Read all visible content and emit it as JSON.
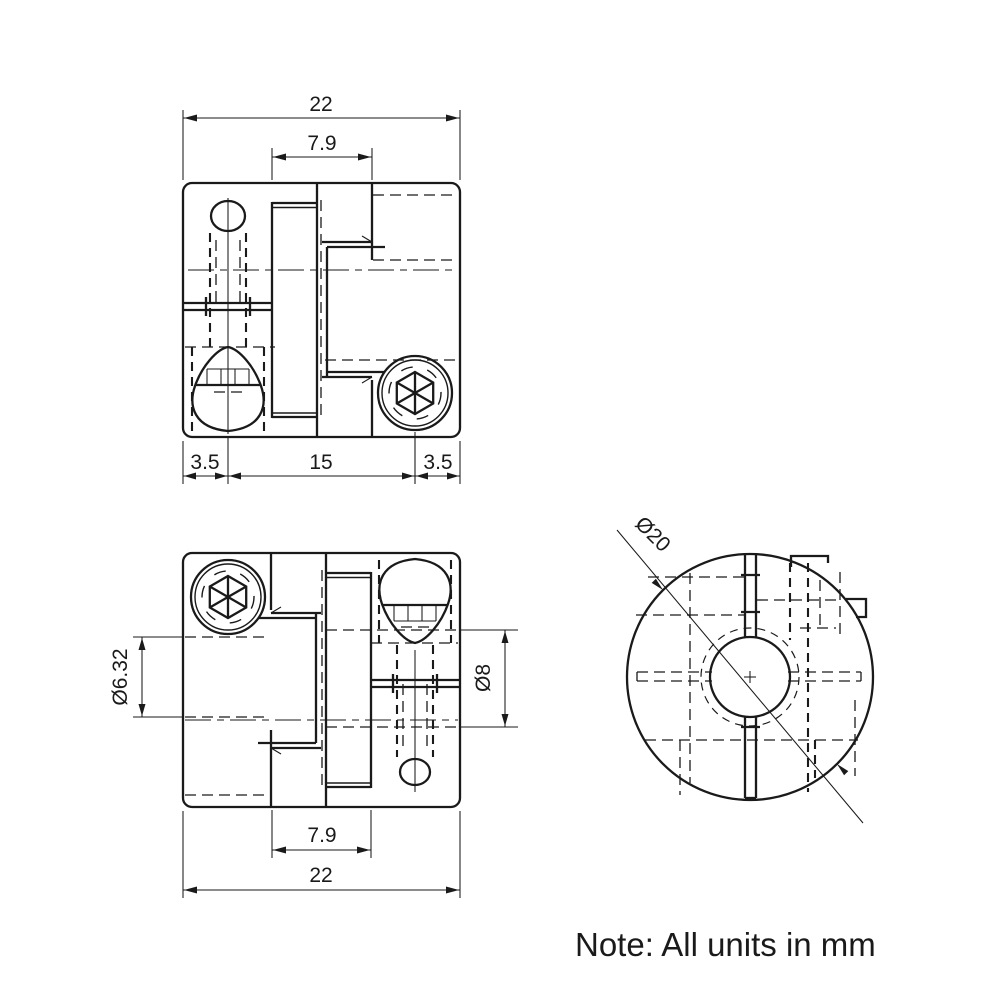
{
  "note": {
    "text": "Note: All units in mm"
  },
  "colors": {
    "line": "#1a1a1a",
    "background": "#ffffff"
  },
  "drawing": {
    "views": {
      "front": {
        "dims": {
          "overall_width": "22",
          "hub_width": "7.9",
          "left_offset": "3.5",
          "screw_spacing": "15",
          "right_offset": "3.5"
        }
      },
      "back": {
        "dims": {
          "left_bore": "Ø6.32",
          "right_bore": "Ø8",
          "hub_width": "7.9",
          "overall_width": "22"
        }
      },
      "side": {
        "dims": {
          "outer_diameter": "Ø20"
        }
      }
    }
  }
}
